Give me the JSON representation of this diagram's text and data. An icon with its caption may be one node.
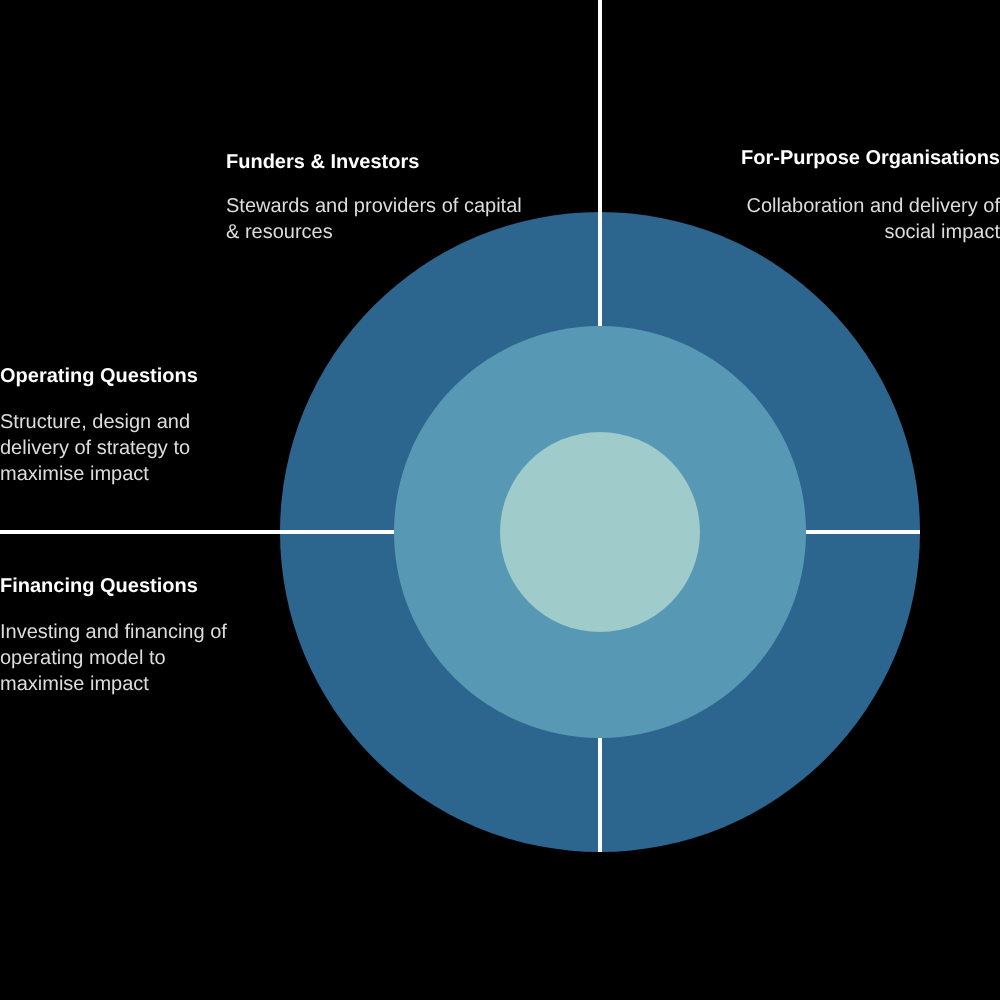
{
  "diagram": {
    "nodes": [
      {
        "text": [],
        "shape": "circle"
      },
      {
        "text": [],
        "shape": "circle",
        "in": 0
      },
      {
        "text": [],
        "shape": "circle",
        "in": 1
      }
    ],
    "labels": [
      "Funders & Investors",
      "Stewards and providers of capital & resources",
      "For-Purpose Organisations",
      "Collaboration and delivery of social impact",
      "Operating Questions",
      "Structure, design and delivery of strategy to maximise impact",
      "Financing Questions",
      "Investing and financing of operating model to maximise impact"
    ]
  }
}
